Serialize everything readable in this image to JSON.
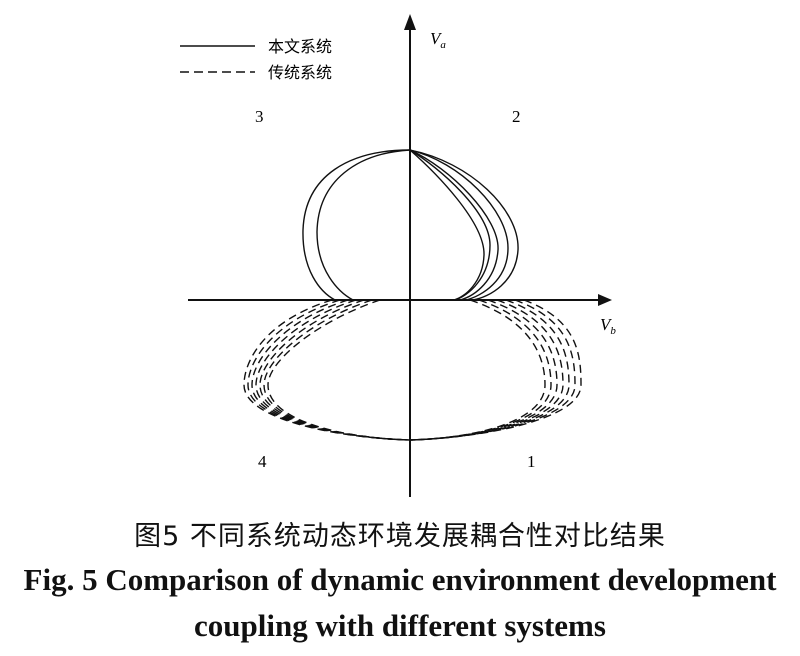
{
  "chart_data": {
    "type": "line",
    "title": "",
    "xlabel": {
      "main": "V",
      "sub": "b"
    },
    "ylabel": {
      "main": "V",
      "sub": "a"
    },
    "quadrants": [
      "1",
      "2",
      "3",
      "4"
    ],
    "legend": {
      "placement": "top-left",
      "items": [
        "本文系统",
        "传统系统"
      ]
    },
    "grid": false,
    "series": [
      {
        "name": "本文系统",
        "style": "solid",
        "curves": 5
      },
      {
        "name": "传统系统",
        "style": "dashed",
        "curves": 7
      }
    ],
    "colors": {
      "line": "#111111",
      "background": "#ffffff"
    }
  },
  "caption": {
    "cn": "图5  不同系统动态环境发展耦合性对比结果",
    "en_line1": "Fig. 5  Comparison of dynamic environment development",
    "en_line2": "coupling with different systems"
  }
}
